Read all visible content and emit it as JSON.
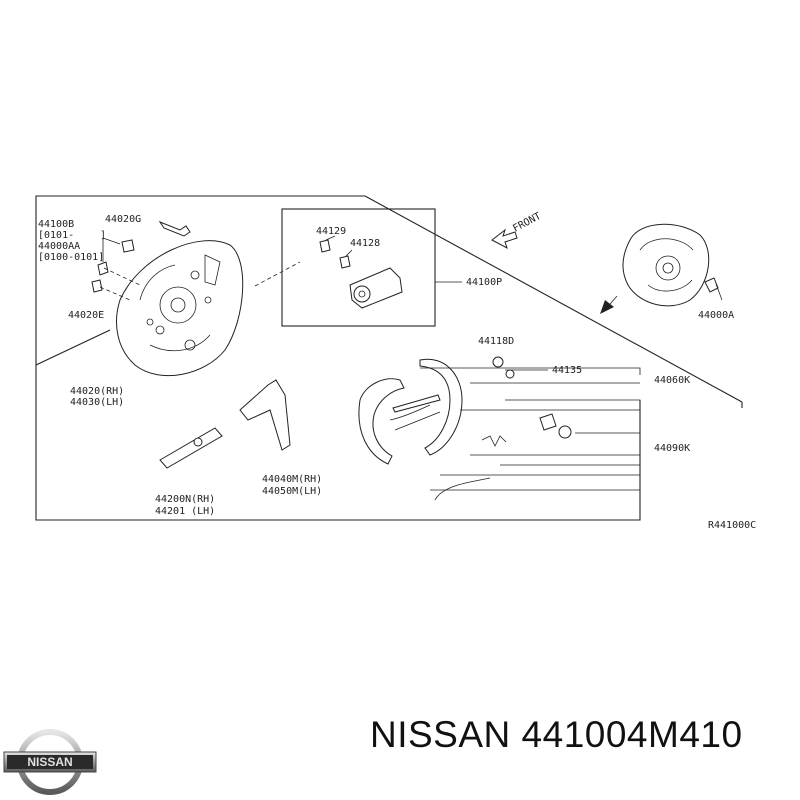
{
  "diagram": {
    "labels": {
      "p44100B": "44100B",
      "p0101a": "[0101-",
      "p0101a_end": "]",
      "p44000AA": "44000AA",
      "p0100": "[0100-0101]",
      "p44020G": "44020G",
      "p44020E": "44020E",
      "p44020RH": "44020(RH)",
      "p44030LH": "44030(LH)",
      "p44129": "44129",
      "p44128": "44128",
      "p44100P": "44100P",
      "front": "FRONT",
      "p44000A": "44000A",
      "p44118D": "44118D",
      "p44135": "44135",
      "p44060K": "44060K",
      "p44090K": "44090K",
      "p44040M": "44040M(RH)",
      "p44050M": "44050M(LH)",
      "p44200N": "44200N(RH)",
      "p44201": "44201  (LH)",
      "ref": "R441000C"
    }
  },
  "footer": {
    "logo_text": "NISSAN",
    "caption": "NISSAN 441004M410"
  }
}
